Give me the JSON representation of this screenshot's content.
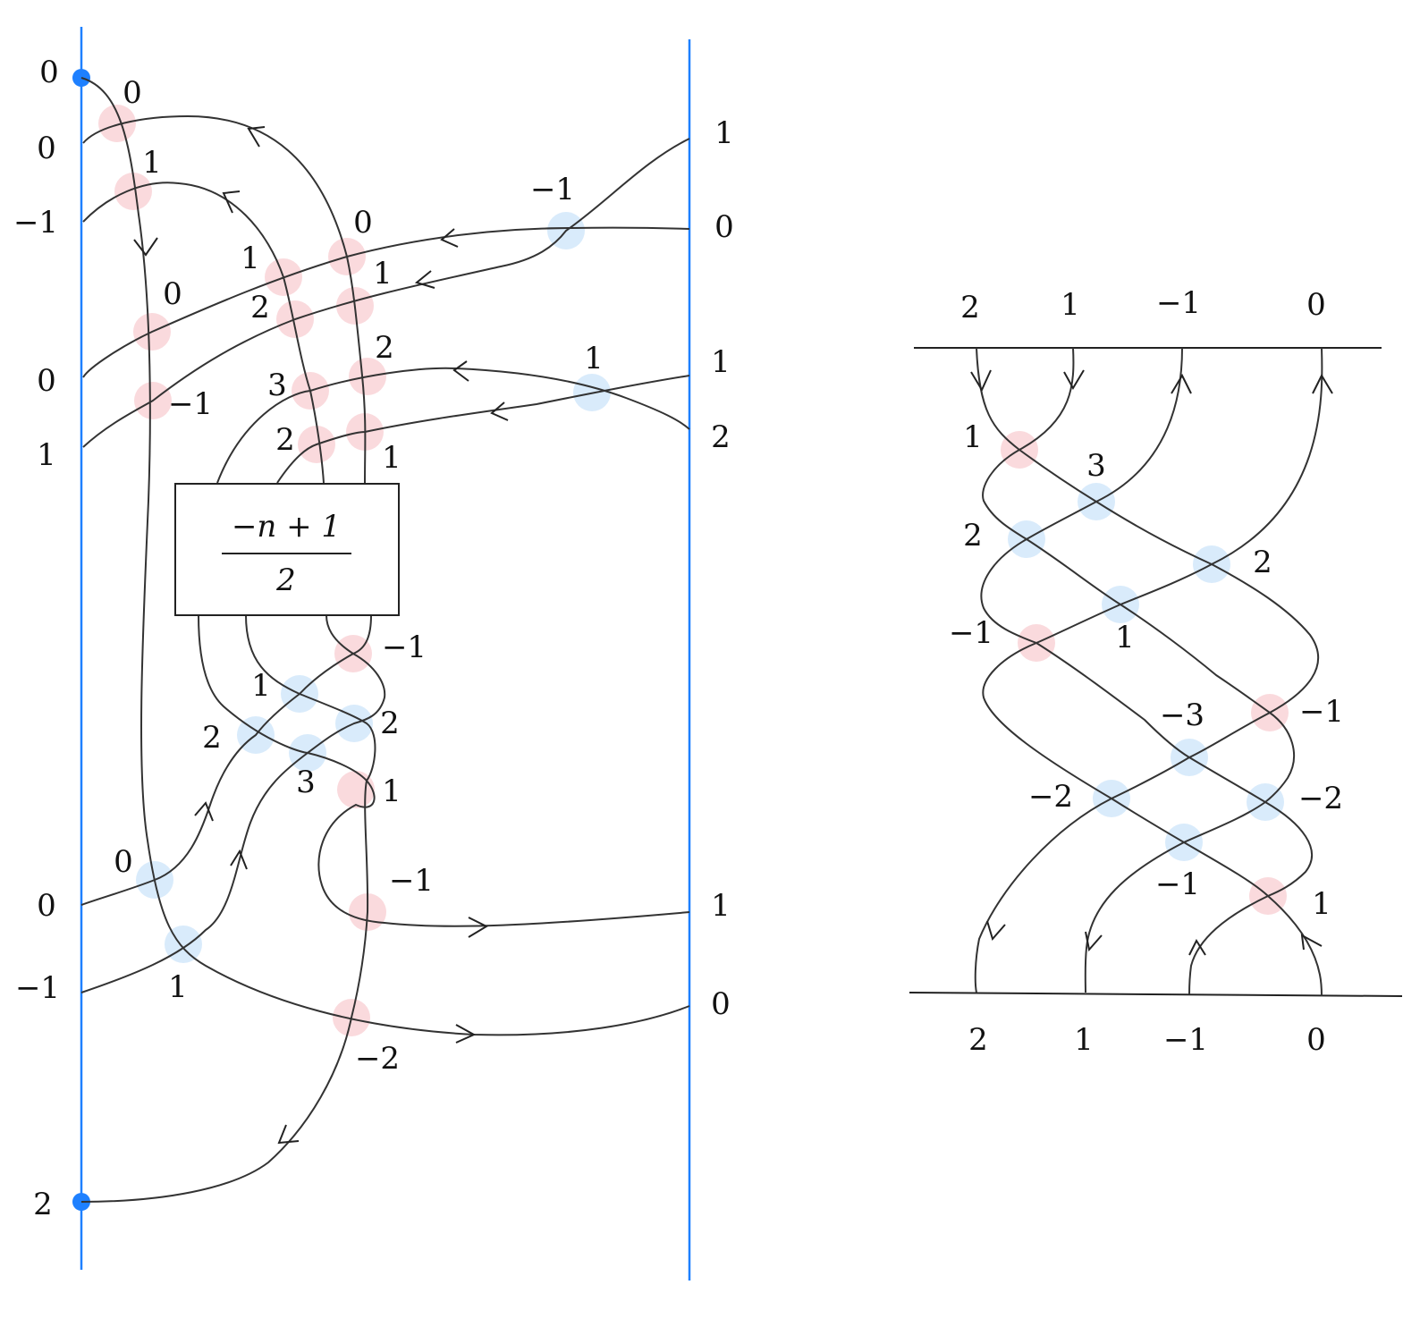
{
  "colors": {
    "border": "#1e80ff",
    "positive_crossing": "#fadadd",
    "negative_crossing": "#d9ebfb",
    "strand": "#333333"
  },
  "left_panel": {
    "left_edge_labels": [
      "0",
      "0",
      "−1",
      "0",
      "1",
      "0",
      "−1",
      "2"
    ],
    "right_edge_labels": [
      "1",
      "0",
      "1",
      "2",
      "1",
      "0"
    ],
    "box": {
      "numerator": "−n + 1",
      "denominator": "2"
    },
    "crossings": [
      {
        "sign": "positive",
        "label": "0"
      },
      {
        "sign": "positive",
        "label": "1"
      },
      {
        "sign": "positive",
        "label": "0"
      },
      {
        "sign": "positive",
        "label": "−1"
      },
      {
        "sign": "positive",
        "label": "0"
      },
      {
        "sign": "positive",
        "label": "1"
      },
      {
        "sign": "positive",
        "label": "1"
      },
      {
        "sign": "positive",
        "label": "2"
      },
      {
        "sign": "positive",
        "label": "3"
      },
      {
        "sign": "positive",
        "label": "2"
      },
      {
        "sign": "positive",
        "label": "2"
      },
      {
        "sign": "positive",
        "label": "1"
      },
      {
        "sign": "negative",
        "label": "−1"
      },
      {
        "sign": "negative",
        "label": "1"
      },
      {
        "sign": "positive",
        "label": "−1"
      },
      {
        "sign": "negative",
        "label": "1"
      },
      {
        "sign": "negative",
        "label": "2"
      },
      {
        "sign": "negative",
        "label": "2"
      },
      {
        "sign": "negative",
        "label": "3"
      },
      {
        "sign": "positive",
        "label": "1"
      },
      {
        "sign": "negative",
        "label": "0"
      },
      {
        "sign": "negative",
        "label": "1"
      },
      {
        "sign": "positive",
        "label": "−1"
      },
      {
        "sign": "positive",
        "label": "−2"
      }
    ]
  },
  "right_panel": {
    "top_labels": [
      "2",
      "1",
      "−1",
      "0"
    ],
    "bottom_labels": [
      "2",
      "1",
      "−1",
      "0"
    ],
    "crossings": [
      {
        "sign": "positive",
        "label": "1"
      },
      {
        "sign": "negative",
        "label": "3"
      },
      {
        "sign": "negative",
        "label": "2"
      },
      {
        "sign": "negative",
        "label": "2"
      },
      {
        "sign": "negative",
        "label": "1"
      },
      {
        "sign": "positive",
        "label": "−1"
      },
      {
        "sign": "positive",
        "label": "−1"
      },
      {
        "sign": "negative",
        "label": "−3"
      },
      {
        "sign": "negative",
        "label": "−2"
      },
      {
        "sign": "negative",
        "label": "−2"
      },
      {
        "sign": "negative",
        "label": "−1"
      },
      {
        "sign": "positive",
        "label": "1"
      }
    ]
  }
}
